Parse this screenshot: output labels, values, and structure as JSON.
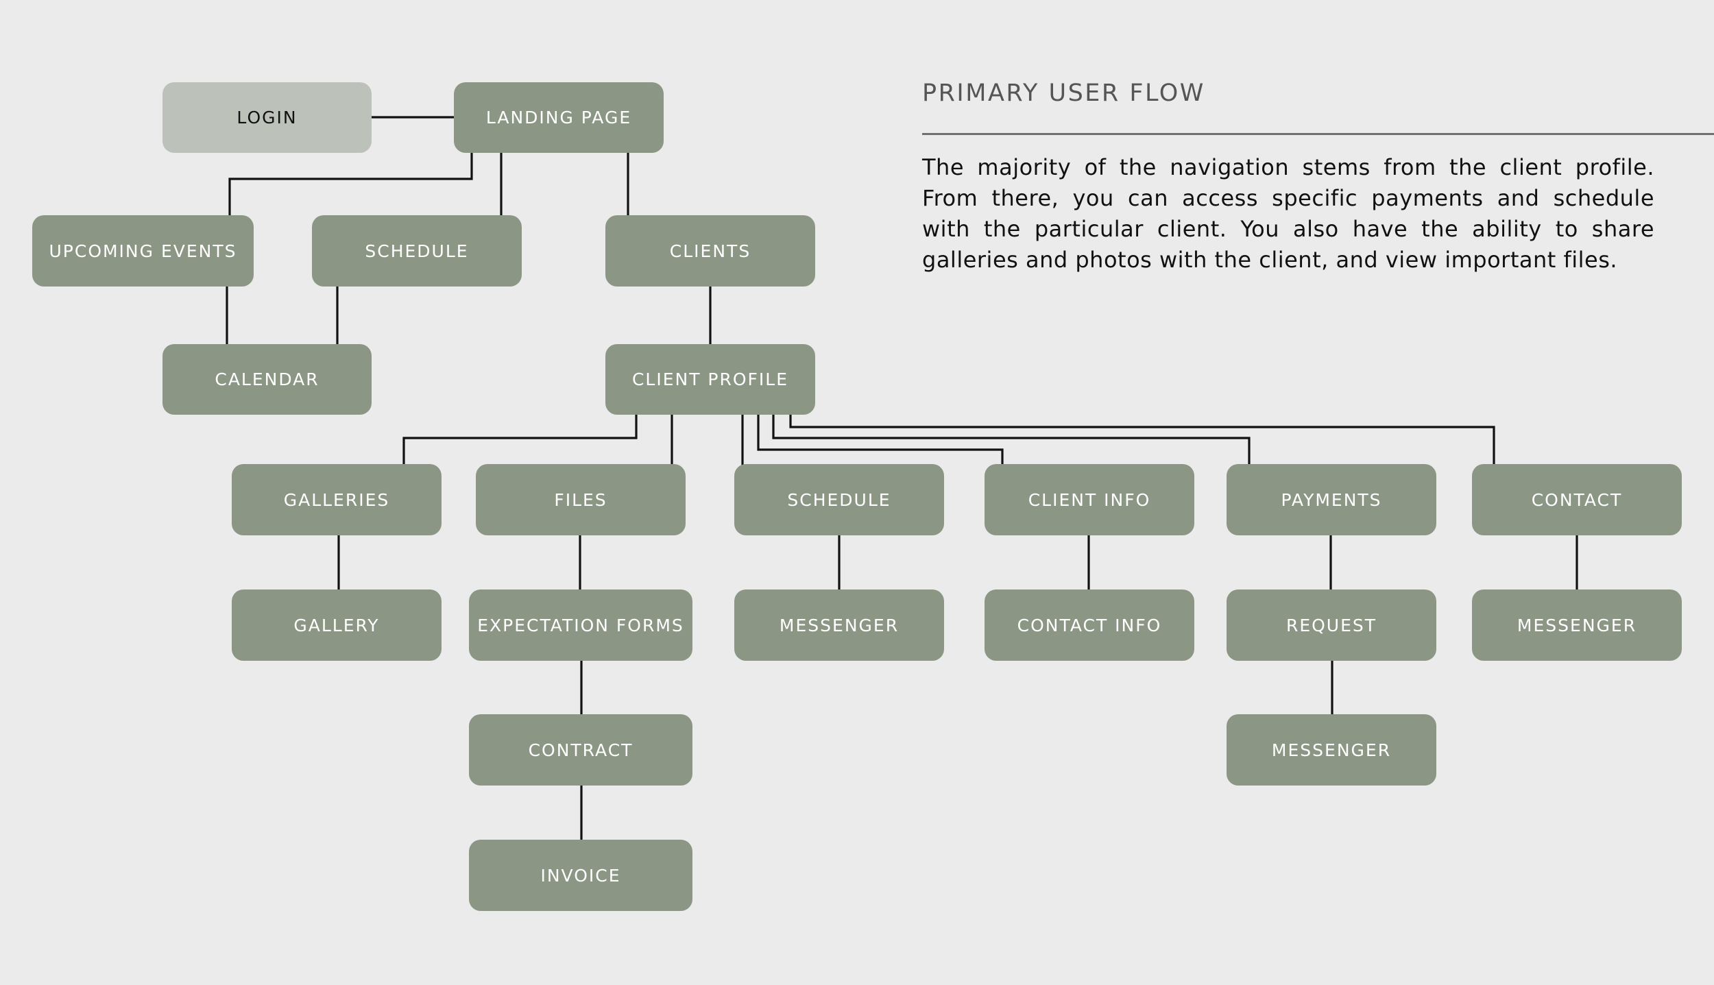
{
  "title": "PRIMARY USER FLOW",
  "description": "The majority of the navigation stems from the client profile. From there, you can access specific payments and schedule with the particular client. You also have the ability to share galleries and photos with the client, and view important files.",
  "colors": {
    "background": "#ebebeb",
    "node": "#8c9685",
    "node_light": "#bcc1ba",
    "connector": "#111111",
    "node_text": "#ffffff"
  },
  "nodes": [
    {
      "id": "login",
      "label": "LOGIN",
      "variant": "light"
    },
    {
      "id": "landing-page",
      "label": "LANDING PAGE"
    },
    {
      "id": "upcoming-events",
      "label": "UPCOMING EVENTS"
    },
    {
      "id": "schedule-main",
      "label": "SCHEDULE"
    },
    {
      "id": "clients",
      "label": "CLIENTS"
    },
    {
      "id": "calendar",
      "label": "CALENDAR"
    },
    {
      "id": "client-profile",
      "label": "CLIENT PROFILE"
    },
    {
      "id": "galleries",
      "label": "GALLERIES"
    },
    {
      "id": "files",
      "label": "FILES"
    },
    {
      "id": "schedule-client",
      "label": "SCHEDULE"
    },
    {
      "id": "client-info",
      "label": "CLIENT INFO"
    },
    {
      "id": "payments",
      "label": "PAYMENTS"
    },
    {
      "id": "contact",
      "label": "CONTACT"
    },
    {
      "id": "gallery",
      "label": "GALLERY"
    },
    {
      "id": "expectation-forms",
      "label": "EXPECTATION FORMS"
    },
    {
      "id": "messenger-schedule",
      "label": "MESSENGER"
    },
    {
      "id": "contact-info",
      "label": "CONTACT INFO"
    },
    {
      "id": "request",
      "label": "REQUEST"
    },
    {
      "id": "messenger-contact",
      "label": "MESSENGER"
    },
    {
      "id": "contract",
      "label": "CONTRACT"
    },
    {
      "id": "messenger-payments",
      "label": "MESSENGER"
    },
    {
      "id": "invoice",
      "label": "INVOICE"
    }
  ],
  "edges": [
    {
      "from": "login",
      "to": "landing-page"
    },
    {
      "from": "landing-page",
      "to": "upcoming-events"
    },
    {
      "from": "landing-page",
      "to": "schedule-main"
    },
    {
      "from": "landing-page",
      "to": "clients"
    },
    {
      "from": "upcoming-events",
      "to": "calendar"
    },
    {
      "from": "schedule-main",
      "to": "calendar"
    },
    {
      "from": "clients",
      "to": "client-profile"
    },
    {
      "from": "client-profile",
      "to": "galleries"
    },
    {
      "from": "client-profile",
      "to": "files"
    },
    {
      "from": "client-profile",
      "to": "schedule-client"
    },
    {
      "from": "client-profile",
      "to": "client-info"
    },
    {
      "from": "client-profile",
      "to": "payments"
    },
    {
      "from": "client-profile",
      "to": "contact"
    },
    {
      "from": "galleries",
      "to": "gallery"
    },
    {
      "from": "files",
      "to": "expectation-forms"
    },
    {
      "from": "schedule-client",
      "to": "messenger-schedule"
    },
    {
      "from": "client-info",
      "to": "contact-info"
    },
    {
      "from": "payments",
      "to": "request"
    },
    {
      "from": "contact",
      "to": "messenger-contact"
    },
    {
      "from": "expectation-forms",
      "to": "contract"
    },
    {
      "from": "request",
      "to": "messenger-payments"
    },
    {
      "from": "contract",
      "to": "invoice"
    }
  ]
}
